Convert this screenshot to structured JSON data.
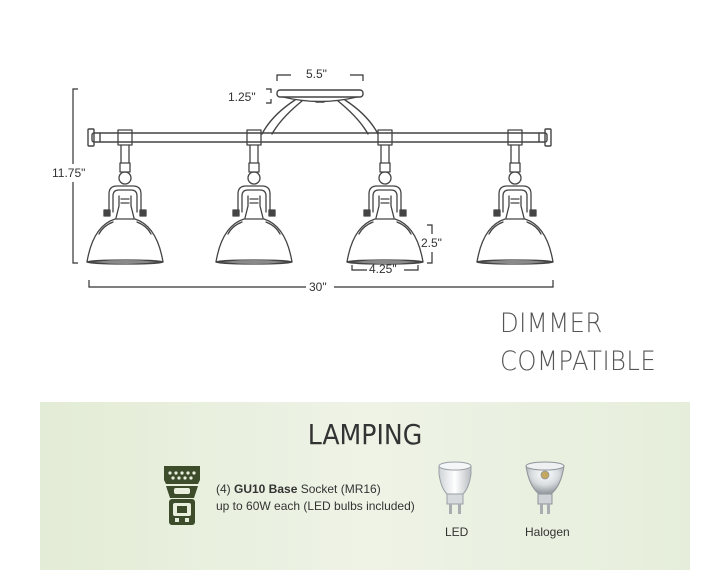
{
  "dimensions": {
    "canopy_width": "5.5\"",
    "canopy_height": "1.25\"",
    "total_height": "11.75\"",
    "shade_height": "2.5\"",
    "shade_width": "4.25\"",
    "total_width": "30\""
  },
  "badge": {
    "line1": "DIMMER",
    "line2": "COMPATIBLE"
  },
  "lamping": {
    "title": "LAMPING",
    "count": "(4) ",
    "base": "GU10 Base",
    "socket": " Socket (MR16)",
    "wattage": "up to 60W each (LED bulbs included)",
    "bulbs": [
      {
        "label": "LED",
        "icon": "led-bulb-icon"
      },
      {
        "label": "Halogen",
        "icon": "halogen-bulb-icon"
      }
    ],
    "socket_icon": "gu10-socket-icon"
  },
  "colors": {
    "panel": "#e6eedb",
    "socket_icon": "#3d4d2c",
    "line": "#333333"
  }
}
